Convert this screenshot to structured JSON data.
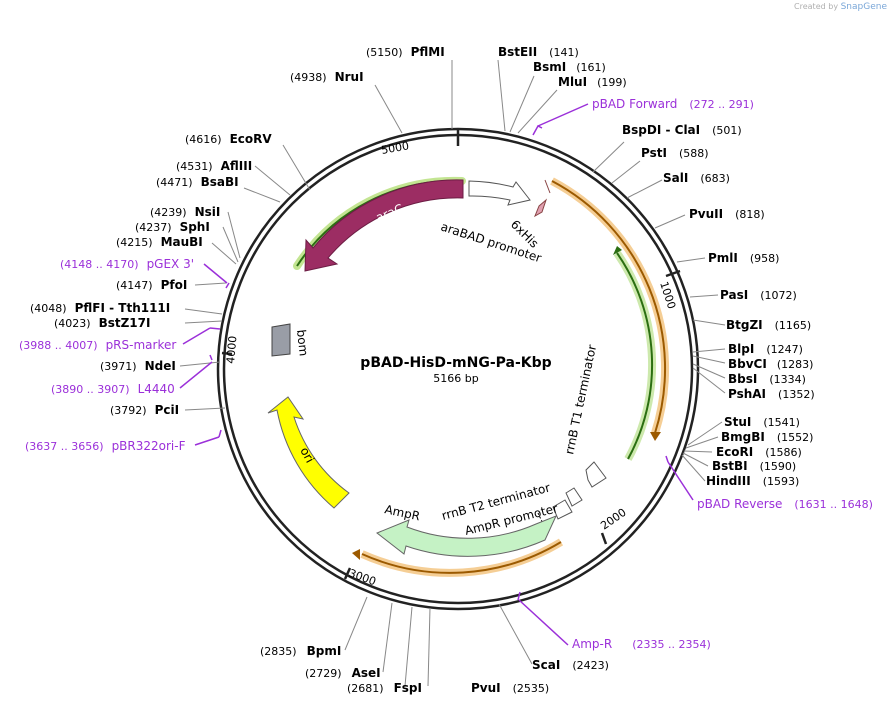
{
  "credit": {
    "prefix": "Created by",
    "brand": "SnapGene"
  },
  "plasmid": {
    "name": "pBAD-HisD-mNG-Pa-Kbp",
    "length": "5166 bp"
  },
  "ticks": [
    "1000",
    "2000",
    "3000",
    "4000",
    "5000"
  ],
  "features": {
    "araC": "araC",
    "araBAD_promoter": "araBAD promoter",
    "his6": "6xHis",
    "rrnB_T1": "rrnB T1 terminator",
    "rrnB_T2": "rrnB T2 terminator",
    "ampr_promoter": "AmpR promoter",
    "ampr": "AmpR",
    "ori": "ori",
    "bom": "bom"
  },
  "enzymes": [
    {
      "id": "pfimi",
      "name": "PflMI",
      "pos": "(5150)"
    },
    {
      "id": "nrui",
      "name": "NruI",
      "pos": "(4938)"
    },
    {
      "id": "ecorv",
      "name": "EcoRV",
      "pos": "(4616)"
    },
    {
      "id": "aflii",
      "name": "AflIII",
      "pos": "(4531)"
    },
    {
      "id": "bsabi",
      "name": "BsaBI",
      "pos": "(4471)"
    },
    {
      "id": "nsii",
      "name": "NsiI",
      "pos": "(4239)"
    },
    {
      "id": "sphi",
      "name": "SphI",
      "pos": "(4237)"
    },
    {
      "id": "maubi",
      "name": "MauBI",
      "pos": "(4215)"
    },
    {
      "id": "pfoi",
      "name": "PfoI",
      "pos": "(4147)"
    },
    {
      "id": "pflfi",
      "name": "PflFI - Tth111I",
      "pos": "(4048)"
    },
    {
      "id": "bstz17i",
      "name": "BstZ17I",
      "pos": "(4023)"
    },
    {
      "id": "ndei",
      "name": "NdeI",
      "pos": "(3971)"
    },
    {
      "id": "pcii",
      "name": "PciI",
      "pos": "(3792)"
    },
    {
      "id": "bsteii",
      "name": "BstEII",
      "pos": "(141)"
    },
    {
      "id": "bsmi",
      "name": "BsmI",
      "pos": "(161)"
    },
    {
      "id": "mlui",
      "name": "MluI",
      "pos": "(199)"
    },
    {
      "id": "bspdi",
      "name": "BspDI - ClaI",
      "pos": "(501)"
    },
    {
      "id": "psti",
      "name": "PstI",
      "pos": "(588)"
    },
    {
      "id": "sali",
      "name": "SalI",
      "pos": "(683)"
    },
    {
      "id": "pvuii",
      "name": "PvuII",
      "pos": "(818)"
    },
    {
      "id": "pmli",
      "name": "PmlI",
      "pos": "(958)"
    },
    {
      "id": "pasi",
      "name": "PasI",
      "pos": "(1072)"
    },
    {
      "id": "btgzi",
      "name": "BtgZI",
      "pos": "(1165)"
    },
    {
      "id": "blpi",
      "name": "BlpI",
      "pos": "(1247)"
    },
    {
      "id": "bbvci",
      "name": "BbvCI",
      "pos": "(1283)"
    },
    {
      "id": "bbsi",
      "name": "BbsI",
      "pos": "(1334)"
    },
    {
      "id": "pshai",
      "name": "PshAI",
      "pos": "(1352)"
    },
    {
      "id": "stui",
      "name": "StuI",
      "pos": "(1541)"
    },
    {
      "id": "bmgbi",
      "name": "BmgBI",
      "pos": "(1552)"
    },
    {
      "id": "ecori",
      "name": "EcoRI",
      "pos": "(1586)"
    },
    {
      "id": "bstbi",
      "name": "BstBI",
      "pos": "(1590)"
    },
    {
      "id": "hindiii",
      "name": "HindIII",
      "pos": "(1593)"
    },
    {
      "id": "bpmi",
      "name": "BpmI",
      "pos": "(2835)"
    },
    {
      "id": "asei",
      "name": "AseI",
      "pos": "(2729)"
    },
    {
      "id": "fspi",
      "name": "FspI",
      "pos": "(2681)"
    },
    {
      "id": "pvui",
      "name": "PvuI",
      "pos": "(2535)"
    },
    {
      "id": "scai",
      "name": "ScaI",
      "pos": "(2423)"
    }
  ],
  "primers": [
    {
      "id": "pbadfwd",
      "name": "pBAD Forward",
      "pos": "(272 .. 291)"
    },
    {
      "id": "pbadrev",
      "name": "pBAD Reverse",
      "pos": "(1631 .. 1648)"
    },
    {
      "id": "ampr",
      "name": "Amp-R",
      "pos": "(2335 .. 2354)"
    },
    {
      "id": "pgex3",
      "name": "pGEX 3'",
      "pos": "(4148 .. 4170)"
    },
    {
      "id": "prsmarker",
      "name": "pRS-marker",
      "pos": "(3988 .. 4007)"
    },
    {
      "id": "l4440",
      "name": "L4440",
      "pos": "(3890 .. 3907)"
    },
    {
      "id": "pbr322",
      "name": "pBR322ori-F",
      "pos": "(3637 .. 3656)"
    }
  ]
}
